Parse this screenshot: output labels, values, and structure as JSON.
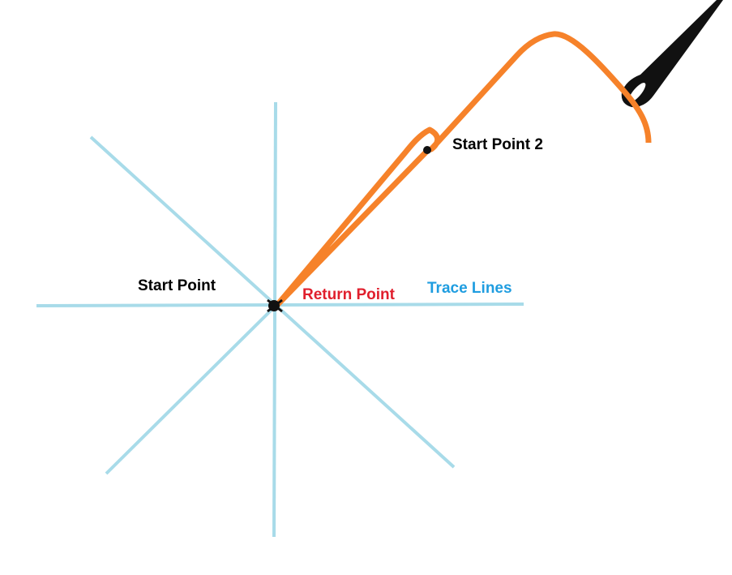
{
  "labels": {
    "start_point": "Start Point",
    "start_point_2": "Start Point 2",
    "return_point": "Return Point",
    "trace_lines": "Trace Lines"
  },
  "colors": {
    "trace_line": "#a8dbe9",
    "thread": "#f6822a",
    "needle": "#111111",
    "start_point_label": "#000000",
    "start_point_2_label": "#000000",
    "return_point_label": "#e01f2d",
    "trace_lines_label": "#1f9de0"
  },
  "icons": {
    "needle": "sewing-needle-icon",
    "point": "dot-marker"
  }
}
